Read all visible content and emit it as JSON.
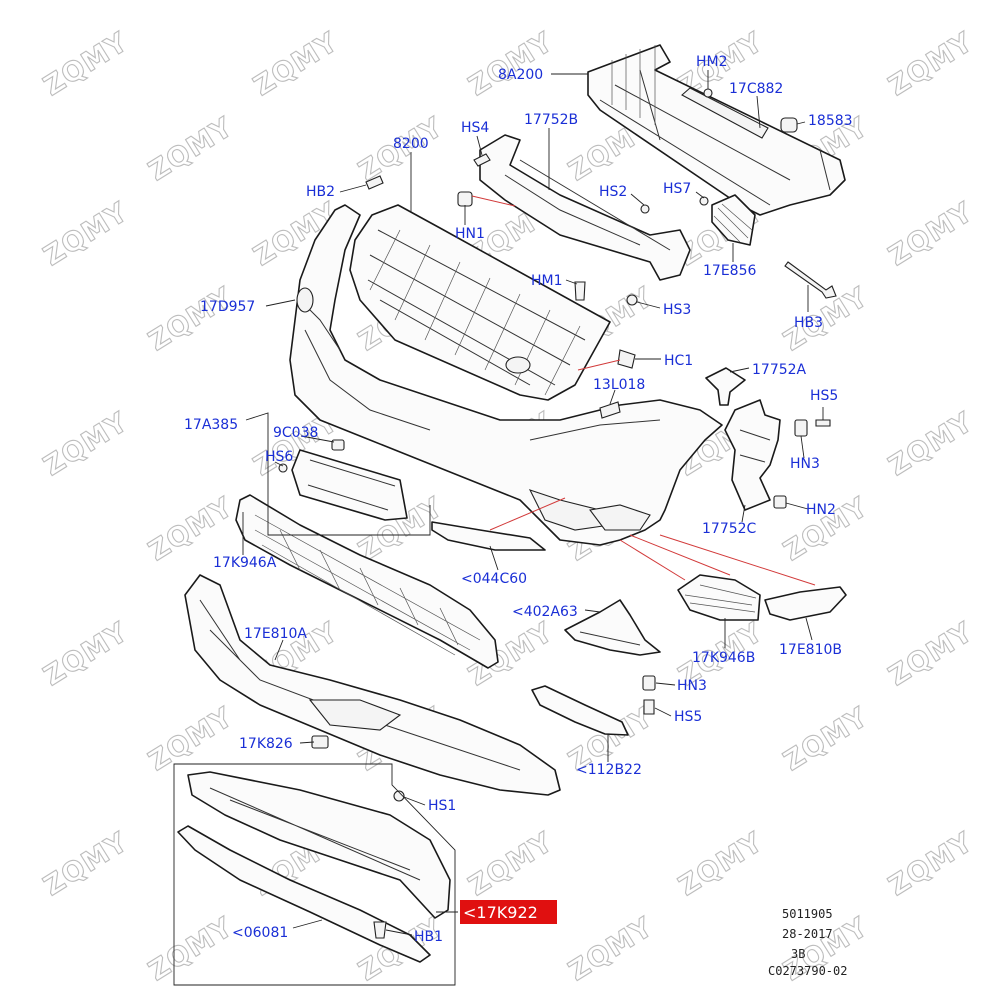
{
  "watermark": "ZQMY",
  "labels": {
    "8A200": "8A200",
    "HM2": "HM2",
    "17C882": "17C882",
    "18583": "18583",
    "HS4": "HS4",
    "17752B": "17752B",
    "8200": "8200",
    "HB2": "HB2",
    "HS2": "HS2",
    "HS7": "HS7",
    "HN1": "HN1",
    "17E856": "17E856",
    "HM1": "HM1",
    "17D957": "17D957",
    "HS3": "HS3",
    "HB3": "HB3",
    "HC1": "HC1",
    "13L018": "13L018",
    "17752A": "17752A",
    "17A385": "17A385",
    "9C038": "9C038",
    "HS5_top": "HS5",
    "HS6": "HS6",
    "HN3_top": "HN3",
    "17K946A": "17K946A",
    "HN2": "HN2",
    "17752C": "17752C",
    "044C60": "<044C60",
    "402A63": "<402A63",
    "17E810A": "17E810A",
    "17K946B": "17K946B",
    "17E810B": "17E810B",
    "HN3_bottom": "HN3",
    "HS5_bottom": "HS5",
    "17K826": "17K826",
    "112B22": "<112B22",
    "HS1": "HS1",
    "17K922": "<17K922",
    "06081": "<06081",
    "HB1": "HB1"
  },
  "reference": {
    "line1": "5011905",
    "line2": "28-2017",
    "line3": "3B",
    "line4": "C0273790-02"
  },
  "colors": {
    "label": "#1a2fd6",
    "highlight": "#e01010",
    "leader_red": "#d23a3a"
  }
}
